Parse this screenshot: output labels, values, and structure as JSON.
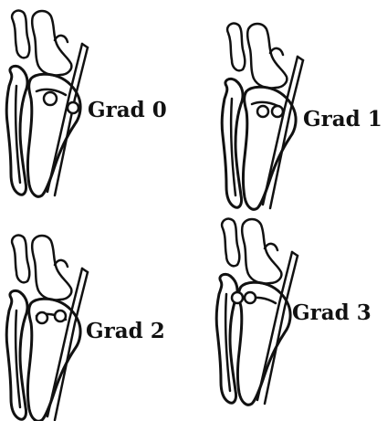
{
  "panels": [
    {
      "grade_label": "Grad 0"
    },
    {
      "grade_label": "Grad 1"
    },
    {
      "grade_label": "Grad 2"
    },
    {
      "grade_label": "Grad 3"
    }
  ]
}
